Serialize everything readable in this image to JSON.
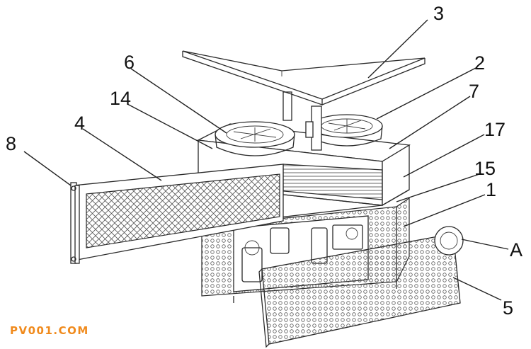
{
  "labels": {
    "l1": "1",
    "l2": "2",
    "l3": "3",
    "l4": "4",
    "l5": "5",
    "l6": "6",
    "l7": "7",
    "l8": "8",
    "l14": "14",
    "l15": "15",
    "l17": "17",
    "la": "A"
  },
  "watermark": "PV001.COM",
  "colors": {
    "watermark": "#f08a1c",
    "line": "#2a2a2a",
    "background": "#ffffff"
  }
}
